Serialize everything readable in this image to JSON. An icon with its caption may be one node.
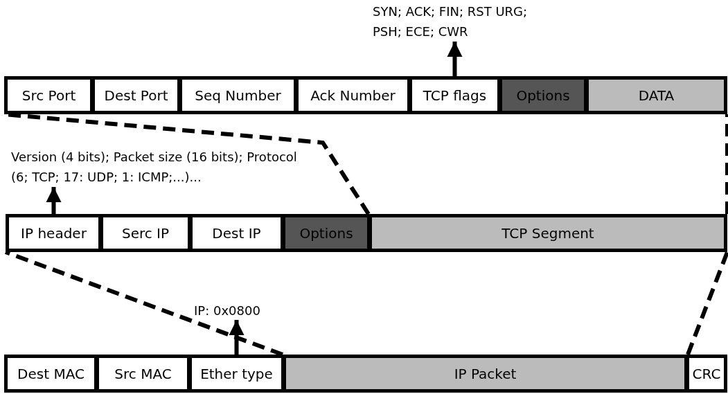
{
  "diagram": {
    "nodes": [
      {
        "text": [
          "SYN; ACK; FIN; RST URG; PSH; ECE; CWR"
        ]
      },
      {
        "text": [
          "Src Port"
        ]
      },
      {
        "text": [
          "Dest Port"
        ]
      },
      {
        "text": [
          "Seq Number"
        ]
      },
      {
        "text": [
          "Ack Number"
        ]
      },
      {
        "text": [
          "TCP flags"
        ]
      },
      {
        "text": [
          "Options"
        ]
      },
      {
        "text": [
          "DATA"
        ]
      },
      {
        "text": [
          "Version (4 bits); Packet size (16 bits); Protocol (6; TCP; 17: UDP; 1: ICMP;...)..."
        ]
      },
      {
        "text": [
          "IP header"
        ]
      },
      {
        "text": [
          "Serc IP"
        ]
      },
      {
        "text": [
          "Dest IP"
        ]
      },
      {
        "text": [
          "Options"
        ]
      },
      {
        "text": [
          "TCP Segment"
        ]
      },
      {
        "text": [
          "IP: 0x0800"
        ]
      },
      {
        "text": [
          "Dest MAC"
        ]
      },
      {
        "text": [
          "Src MAC"
        ]
      },
      {
        "text": [
          "Ether type"
        ]
      },
      {
        "text": [
          "IP Packet"
        ]
      },
      {
        "text": [
          "CRC"
        ]
      }
    ],
    "edges": [
      {
        "from": 5,
        "to": 0,
        "arrow": "to"
      },
      {
        "from": 9,
        "to": 8,
        "arrow": "to"
      },
      {
        "from": 17,
        "to": 14,
        "arrow": "to"
      },
      {
        "from": 13,
        "to": 1,
        "arrow": "none",
        "style": "dashed"
      },
      {
        "from": 13,
        "to": 7,
        "arrow": "none",
        "style": "dashed"
      },
      {
        "from": 18,
        "to": 9,
        "arrow": "none",
        "style": "dashed"
      },
      {
        "from": 18,
        "to": 13,
        "arrow": "none",
        "style": "dashed"
      }
    ]
  }
}
